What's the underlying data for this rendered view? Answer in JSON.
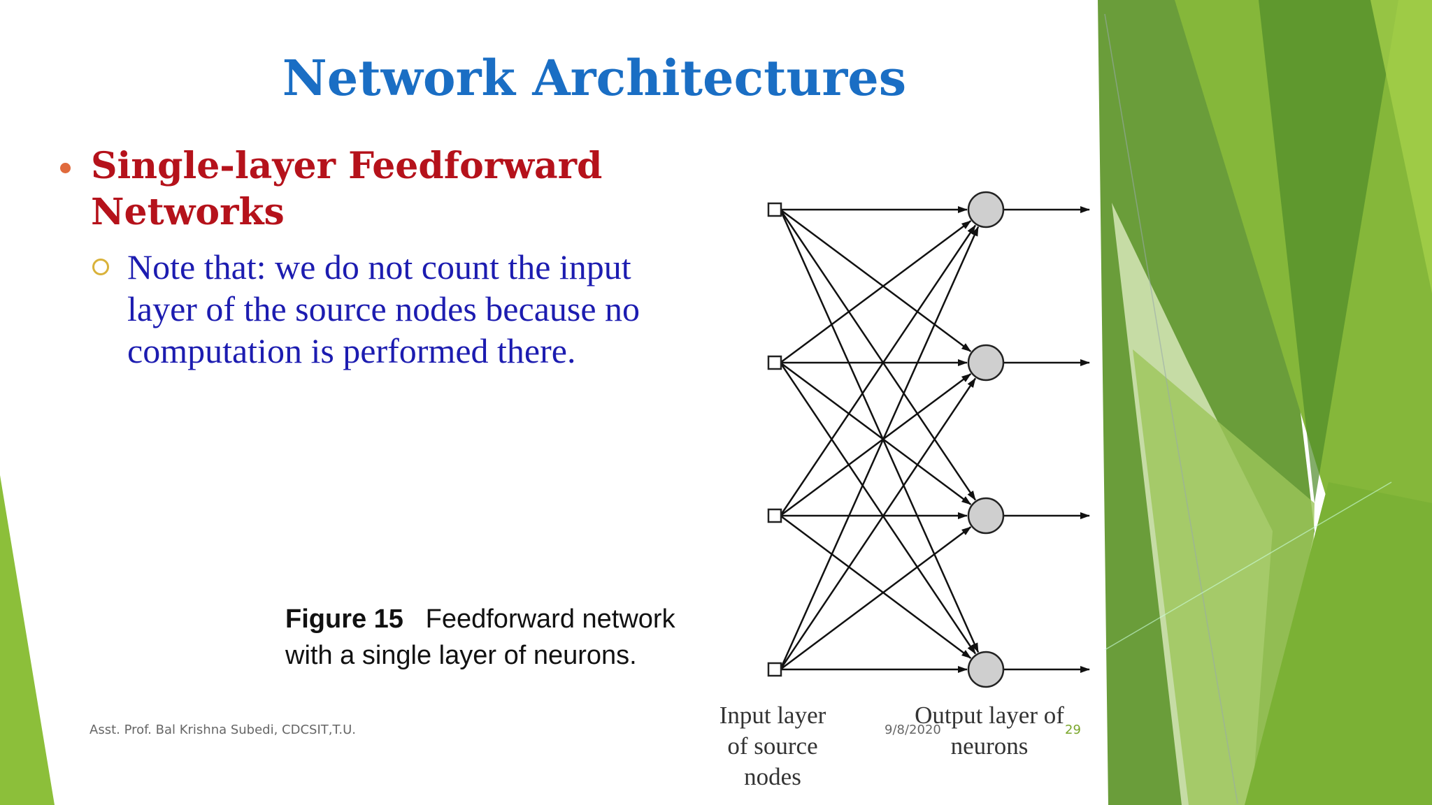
{
  "slide": {
    "title": "Network Architectures",
    "bullet": {
      "text": "Single-layer Feedforward Networks"
    },
    "sub_bullet": {
      "text": "Note that: we do not count the input layer of the  source nodes because  no computation is performed there."
    },
    "figure": {
      "label": "Figure 15",
      "caption": "Feedforward network with a single layer of neurons.",
      "input_label": "Input layer of source nodes",
      "output_label": "Output layer of neurons",
      "input_nodes": 4,
      "output_nodes": 4
    },
    "footer": {
      "author": "Asst. Prof. Bal Krishna Subedi, CDCSIT,T.U.",
      "date": "9/8/2020",
      "page": "29"
    }
  },
  "colors": {
    "title": "#1a6ec4",
    "bullet_text": "#b5121b",
    "sub_text": "#1c1cb0",
    "accent_green": "#8cbf3a",
    "dark_green": "#5e9a2e"
  }
}
